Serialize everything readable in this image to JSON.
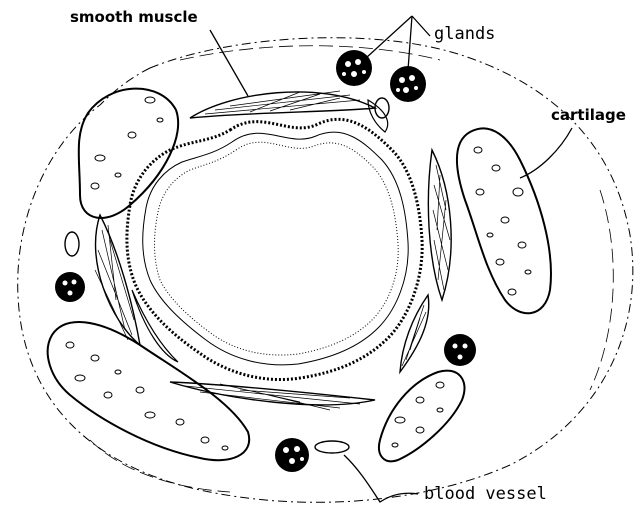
{
  "labels": {
    "smooth_muscle": "smooth muscle",
    "glands": "glands",
    "cartilage": "cartilage",
    "blood_vessel": "blood vessel"
  },
  "colors": {
    "ink": "#000000",
    "background": "#ffffff"
  }
}
